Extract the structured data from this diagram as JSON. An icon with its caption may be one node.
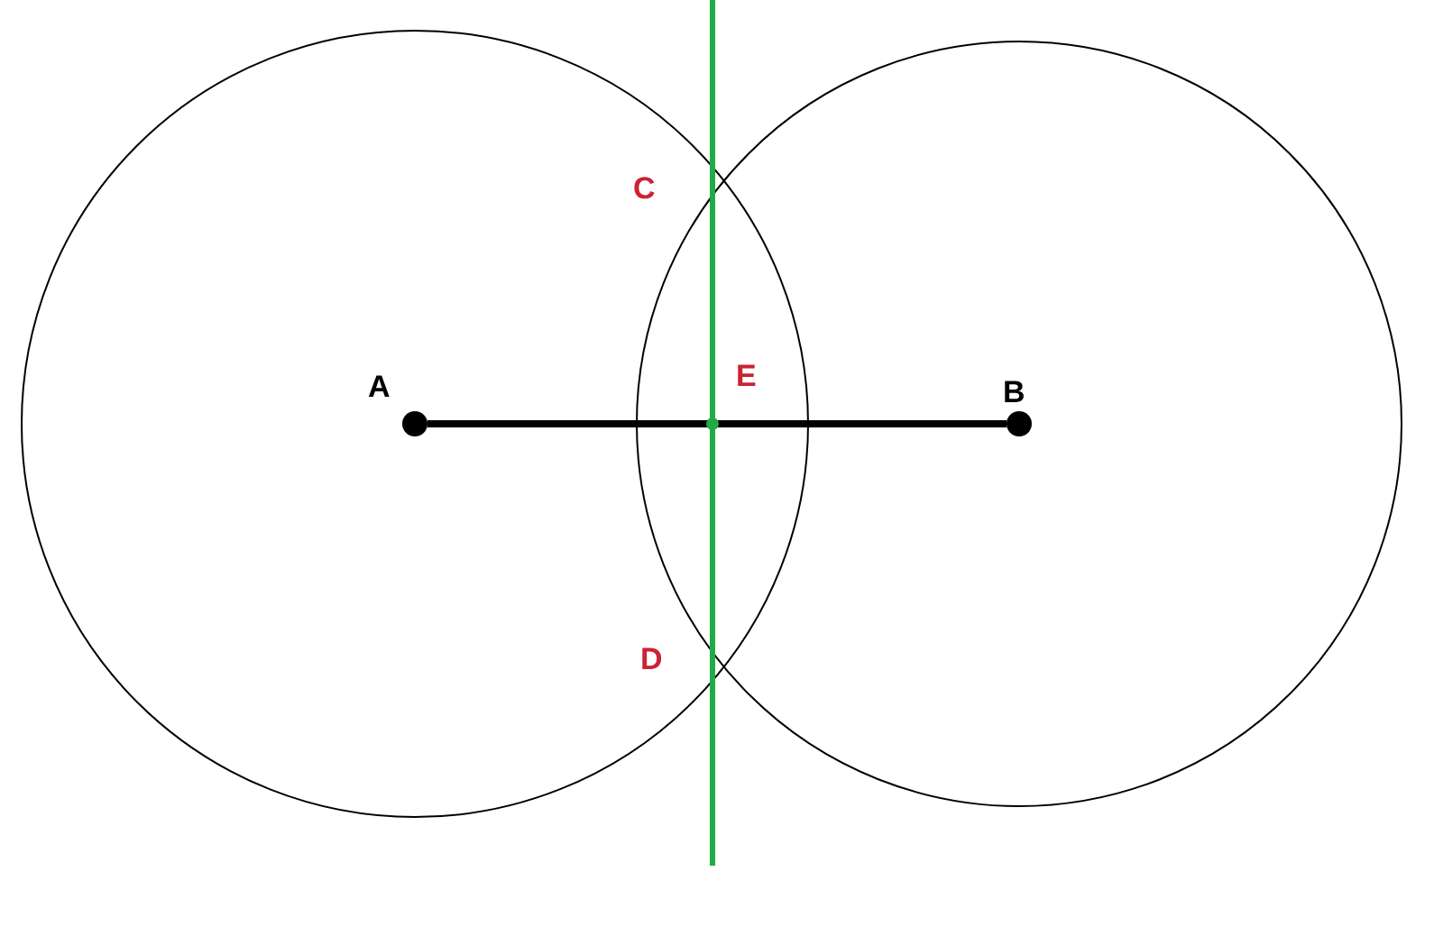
{
  "diagram": {
    "nodes": [
      {
        "text": [],
        "shape": "circle"
      },
      {
        "text": [],
        "shape": "circle"
      }
    ],
    "edges": [
      {
        "from": 0,
        "to": 1,
        "arrow": "none"
      }
    ],
    "labels": [
      "C",
      "A",
      "E",
      "B",
      "D"
    ]
  }
}
